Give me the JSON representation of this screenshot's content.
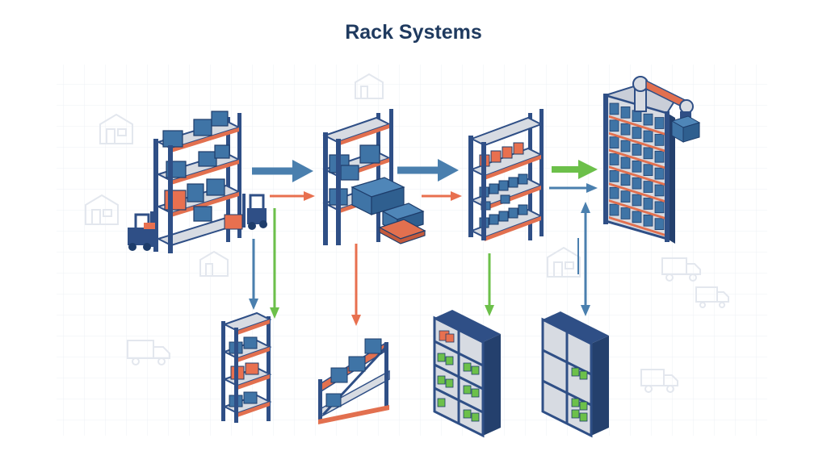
{
  "title": "Rack Systems",
  "colors": {
    "rack_frame": "#2f4f86",
    "beam": "#e2704f",
    "deck": "#d7dbe2",
    "box_blue": "#3f74a6",
    "box_orange": "#e8704f",
    "box_green": "#6cc04a",
    "arrow_blue": "#4a7fae",
    "arrow_orange": "#e8704f",
    "arrow_green": "#6cc04a",
    "grid": "#edf0f4"
  },
  "nodes": [
    {
      "id": "selective-rack-with-forklifts",
      "icon": "selective-rack-icon"
    },
    {
      "id": "pallet-flow-rack",
      "icon": "pallet-rack-icon"
    },
    {
      "id": "carton-flow-rack",
      "icon": "carton-rack-icon"
    },
    {
      "id": "automated-rack-with-robot-arm",
      "icon": "automated-rack-icon"
    },
    {
      "id": "narrow-rack",
      "icon": "narrow-rack-icon"
    },
    {
      "id": "gravity-flow-rack",
      "icon": "gravity-rack-icon"
    },
    {
      "id": "cube-shelving",
      "icon": "cube-shelf-icon"
    },
    {
      "id": "open-shelving",
      "icon": "open-shelf-icon"
    }
  ],
  "edges": [
    {
      "from": "selective-rack-with-forklifts",
      "to": "pallet-flow-rack",
      "color": "blue"
    },
    {
      "from": "selective-rack-with-forklifts",
      "to": "pallet-flow-rack",
      "color": "orange"
    },
    {
      "from": "pallet-flow-rack",
      "to": "carton-flow-rack",
      "color": "blue"
    },
    {
      "from": "pallet-flow-rack",
      "to": "carton-flow-rack",
      "color": "orange"
    },
    {
      "from": "carton-flow-rack",
      "to": "automated-rack-with-robot-arm",
      "color": "green"
    },
    {
      "from": "carton-flow-rack",
      "to": "automated-rack-with-robot-arm",
      "color": "blue"
    },
    {
      "from": "selective-rack-with-forklifts",
      "to": "narrow-rack",
      "color": "blue"
    },
    {
      "from": "selective-rack-with-forklifts",
      "to": "narrow-rack",
      "color": "green"
    },
    {
      "from": "pallet-flow-rack",
      "to": "gravity-flow-rack",
      "color": "orange"
    },
    {
      "from": "carton-flow-rack",
      "to": "cube-shelving",
      "color": "green"
    },
    {
      "from": "open-shelving",
      "to": "automated-rack-with-robot-arm",
      "color": "blue"
    }
  ]
}
